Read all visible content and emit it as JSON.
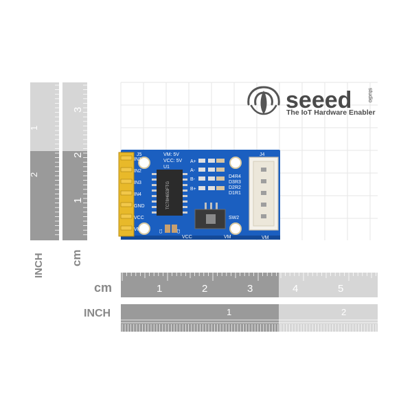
{
  "brand": {
    "name": "seeed",
    "vertical_tag": "studio",
    "tagline": "The IoT Hardware Enabler",
    "logo_icon": "seeed-leaf-logo-icon",
    "color": "#4a4a4a"
  },
  "rulers": {
    "left": {
      "unit_inch": "INCH",
      "unit_cm": "cm",
      "inch_numbers": [
        "1",
        "2"
      ],
      "cm_numbers": [
        "1",
        "2",
        "3"
      ]
    },
    "bottom": {
      "unit_cm": "cm",
      "unit_inch": "INCH",
      "cm_numbers": [
        "1",
        "2",
        "3",
        "4",
        "5"
      ],
      "inch_numbers": [
        "1",
        "2"
      ]
    },
    "colors": {
      "dark": "#9a9a9a",
      "light": "#d6d6d6",
      "text": "#ffffff",
      "unit_text": "#888888"
    }
  },
  "board": {
    "color": "#1b5fc0",
    "silkscreen": {
      "j5": "J5",
      "pin_labels": [
        "IN1",
        "IN2",
        "IN3",
        "IN4",
        "GND",
        "VCC",
        "VM"
      ],
      "vm_5v": "VM: 5V",
      "vcc_5v": "VCC: 5V",
      "u1": "U1",
      "chip_text": "TC78H653FTG",
      "j4": "J4",
      "led_labels": [
        "A+",
        "A-",
        "B-",
        "B+"
      ],
      "diode_labels": [
        "D4R4",
        "D3R3",
        "D2R2",
        "D1R1"
      ],
      "sw2": "SW2",
      "bottom_vcc": "VCC",
      "bottom_vm": "VM",
      "right_vm": "VM",
      "c1": "C1",
      "c2": "C2"
    }
  }
}
